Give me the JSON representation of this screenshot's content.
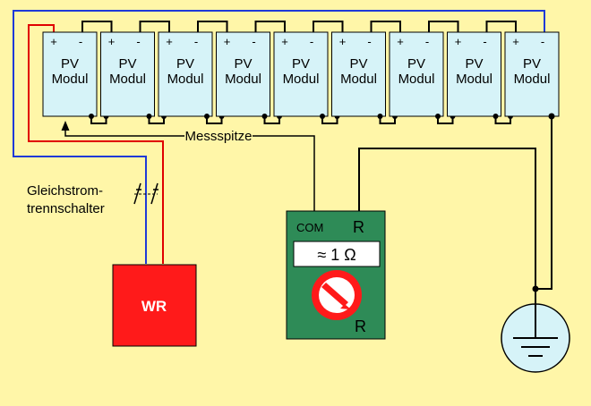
{
  "colors": {
    "background": "#fff6a8",
    "module_fill": "#d6f3f8",
    "meter_fill": "#2e8b57",
    "wr_fill": "#ff1a1a",
    "wire_red": "#e00000",
    "wire_blue": "#1f3ad8",
    "wire_black": "#000000"
  },
  "modules": [
    {
      "plus": "+",
      "minus": "-",
      "line1": "PV",
      "line2": "Modul"
    },
    {
      "plus": "+",
      "minus": "-",
      "line1": "PV",
      "line2": "Modul"
    },
    {
      "plus": "+",
      "minus": "-",
      "line1": "PV",
      "line2": "Modul"
    },
    {
      "plus": "+",
      "minus": "-",
      "line1": "PV",
      "line2": "Modul"
    },
    {
      "plus": "+",
      "minus": "-",
      "line1": "PV",
      "line2": "Modul"
    },
    {
      "plus": "+",
      "minus": "-",
      "line1": "PV",
      "line2": "Modul"
    },
    {
      "plus": "+",
      "minus": "-",
      "line1": "PV",
      "line2": "Modul"
    },
    {
      "plus": "+",
      "minus": "-",
      "line1": "PV",
      "line2": "Modul"
    },
    {
      "plus": "+",
      "minus": "-",
      "line1": "PV",
      "line2": "Modul"
    }
  ],
  "labels": {
    "probe": "Messspitze",
    "switch_line1": "Gleichstrom-",
    "switch_line2": "trennschalter",
    "inverter": "WR"
  },
  "meter": {
    "com": "COM",
    "r_top": "R",
    "display": "≈ 1 Ω",
    "r_bottom": "R"
  }
}
